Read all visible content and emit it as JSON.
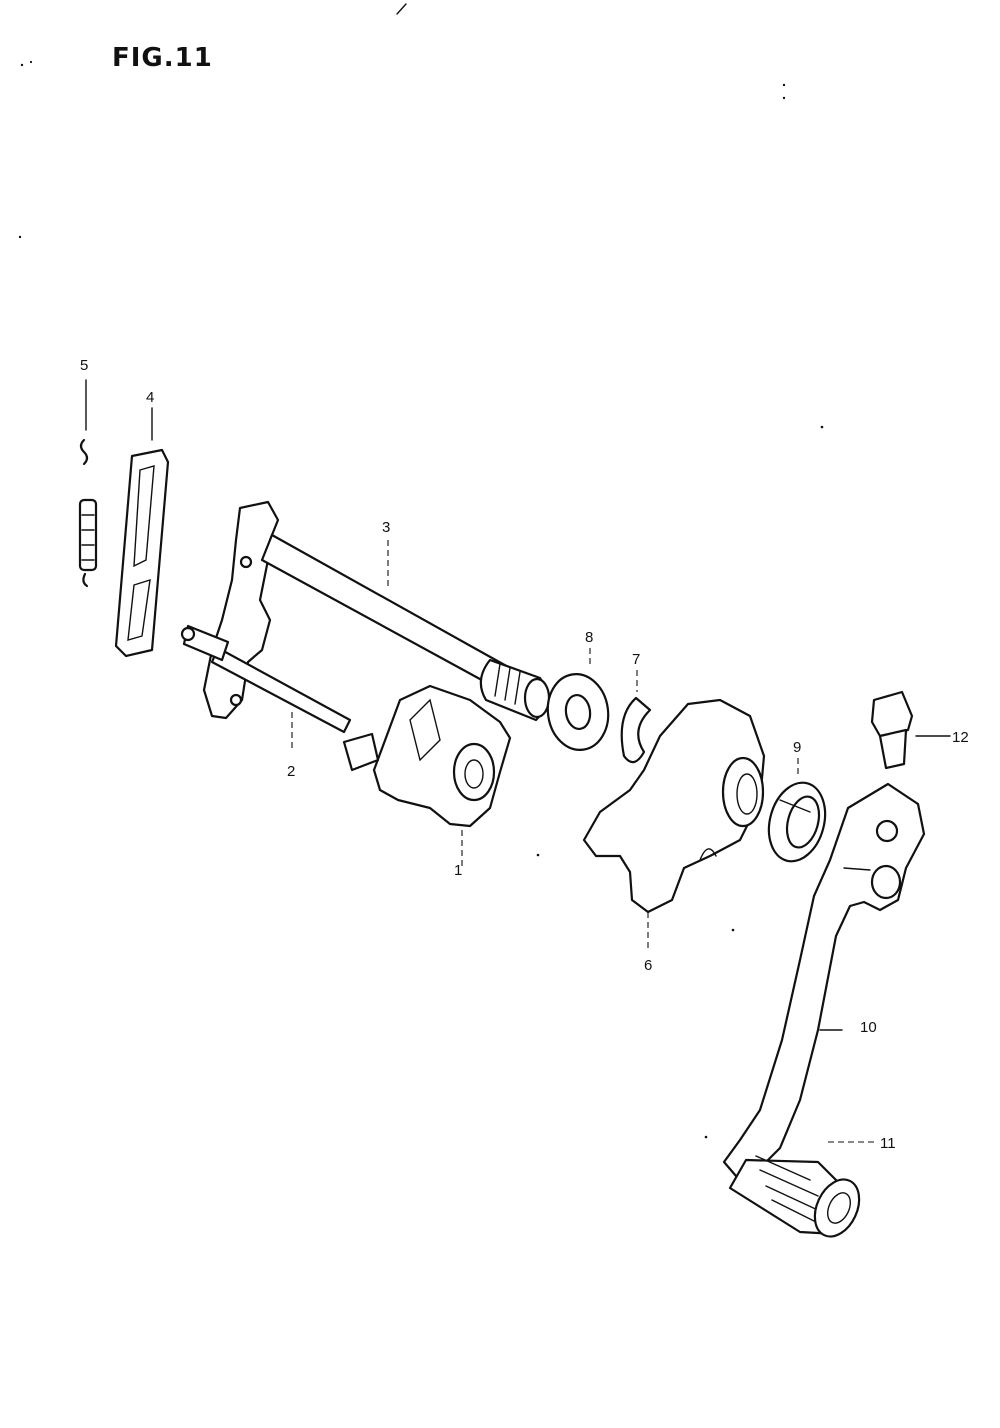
{
  "figure": {
    "title": "FIG.11"
  },
  "callouts": [
    {
      "id": "1",
      "text": "1"
    },
    {
      "id": "2",
      "text": "2"
    },
    {
      "id": "3",
      "text": "3"
    },
    {
      "id": "4",
      "text": "4"
    },
    {
      "id": "5",
      "text": "5"
    },
    {
      "id": "6",
      "text": "6"
    },
    {
      "id": "7",
      "text": "7"
    },
    {
      "id": "8",
      "text": "8"
    },
    {
      "id": "9",
      "text": "9"
    },
    {
      "id": "10",
      "text": "10"
    },
    {
      "id": "11",
      "text": "11"
    },
    {
      "id": "12",
      "text": "12"
    }
  ],
  "colors": {
    "ink": "#111111",
    "paper": "#ffffff"
  }
}
